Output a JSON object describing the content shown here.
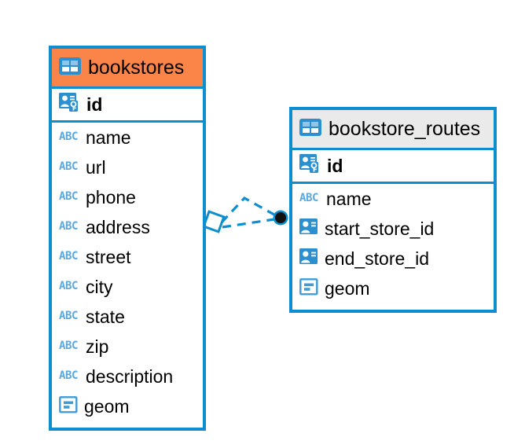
{
  "diagram": {
    "type": "entity-relationship-diagram",
    "background_color": "#ffffff",
    "accent_color": "#0d8ecf",
    "highlight_color": "#fb8448",
    "header_gray_color": "#eaeaea"
  },
  "entities": [
    {
      "name": "bookstores",
      "title": "bookstores",
      "header_style": "orange",
      "header_icon": "table-icon",
      "fields": [
        {
          "label": "id",
          "icon": "primary-key-icon",
          "bold": true,
          "type": "pk"
        },
        {
          "label": "name",
          "icon": "abc-text-icon",
          "bold": false,
          "type": "text"
        },
        {
          "label": "url",
          "icon": "abc-text-icon",
          "bold": false,
          "type": "text"
        },
        {
          "label": "phone",
          "icon": "abc-text-icon",
          "bold": false,
          "type": "text"
        },
        {
          "label": "address",
          "icon": "abc-text-icon",
          "bold": false,
          "type": "text"
        },
        {
          "label": "street",
          "icon": "abc-text-icon",
          "bold": false,
          "type": "text"
        },
        {
          "label": "city",
          "icon": "abc-text-icon",
          "bold": false,
          "type": "text"
        },
        {
          "label": "state",
          "icon": "abc-text-icon",
          "bold": false,
          "type": "text"
        },
        {
          "label": "zip",
          "icon": "abc-text-icon",
          "bold": false,
          "type": "text"
        },
        {
          "label": "description",
          "icon": "abc-text-icon",
          "bold": false,
          "type": "text"
        },
        {
          "label": "geom",
          "icon": "geometry-icon",
          "bold": false,
          "type": "geometry"
        }
      ]
    },
    {
      "name": "bookstore_routes",
      "title": "bookstore_routes",
      "header_style": "gray",
      "header_icon": "table-icon",
      "fields": [
        {
          "label": "id",
          "icon": "primary-key-icon",
          "bold": true,
          "type": "pk"
        },
        {
          "label": "name",
          "icon": "abc-text-icon",
          "bold": false,
          "type": "text"
        },
        {
          "label": "start_store_id",
          "icon": "foreign-key-icon",
          "bold": false,
          "type": "fk"
        },
        {
          "label": "end_store_id",
          "icon": "foreign-key-icon",
          "bold": false,
          "type": "fk"
        },
        {
          "label": "geom",
          "icon": "geometry-icon",
          "bold": false,
          "type": "geometry"
        }
      ]
    }
  ],
  "relationship": {
    "from_entity": "bookstores",
    "to_entity": "bookstore_routes",
    "line_style": "dashed",
    "line_color": "#0d8ecf",
    "source_marker": "open-square-marker",
    "target_marker": "filled-circle-marker",
    "target_marker_fill": "#111111"
  }
}
